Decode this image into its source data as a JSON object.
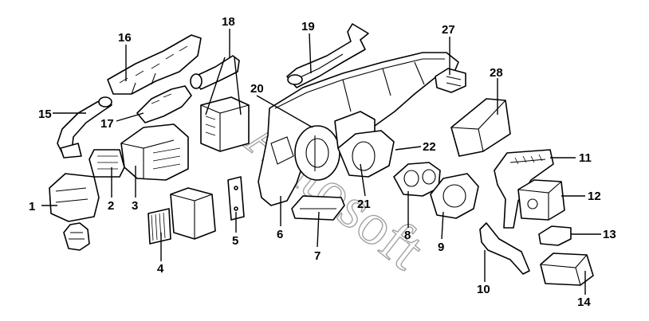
{
  "watermark": "Autosoft",
  "callouts": [
    {
      "id": "1",
      "label": "1"
    },
    {
      "id": "2",
      "label": "2"
    },
    {
      "id": "3",
      "label": "3"
    },
    {
      "id": "4",
      "label": "4"
    },
    {
      "id": "5",
      "label": "5"
    },
    {
      "id": "6",
      "label": "6"
    },
    {
      "id": "7",
      "label": "7"
    },
    {
      "id": "8",
      "label": "8"
    },
    {
      "id": "9",
      "label": "9"
    },
    {
      "id": "10",
      "label": "10"
    },
    {
      "id": "11",
      "label": "11"
    },
    {
      "id": "12",
      "label": "12"
    },
    {
      "id": "13",
      "label": "13"
    },
    {
      "id": "14",
      "label": "14"
    },
    {
      "id": "15",
      "label": "15"
    },
    {
      "id": "16",
      "label": "16"
    },
    {
      "id": "17",
      "label": "17"
    },
    {
      "id": "18",
      "label": "18"
    },
    {
      "id": "19",
      "label": "19"
    },
    {
      "id": "20",
      "label": "20"
    },
    {
      "id": "21",
      "label": "21"
    },
    {
      "id": "22",
      "label": "22"
    },
    {
      "id": "27",
      "label": "27"
    },
    {
      "id": "28",
      "label": "28"
    }
  ]
}
